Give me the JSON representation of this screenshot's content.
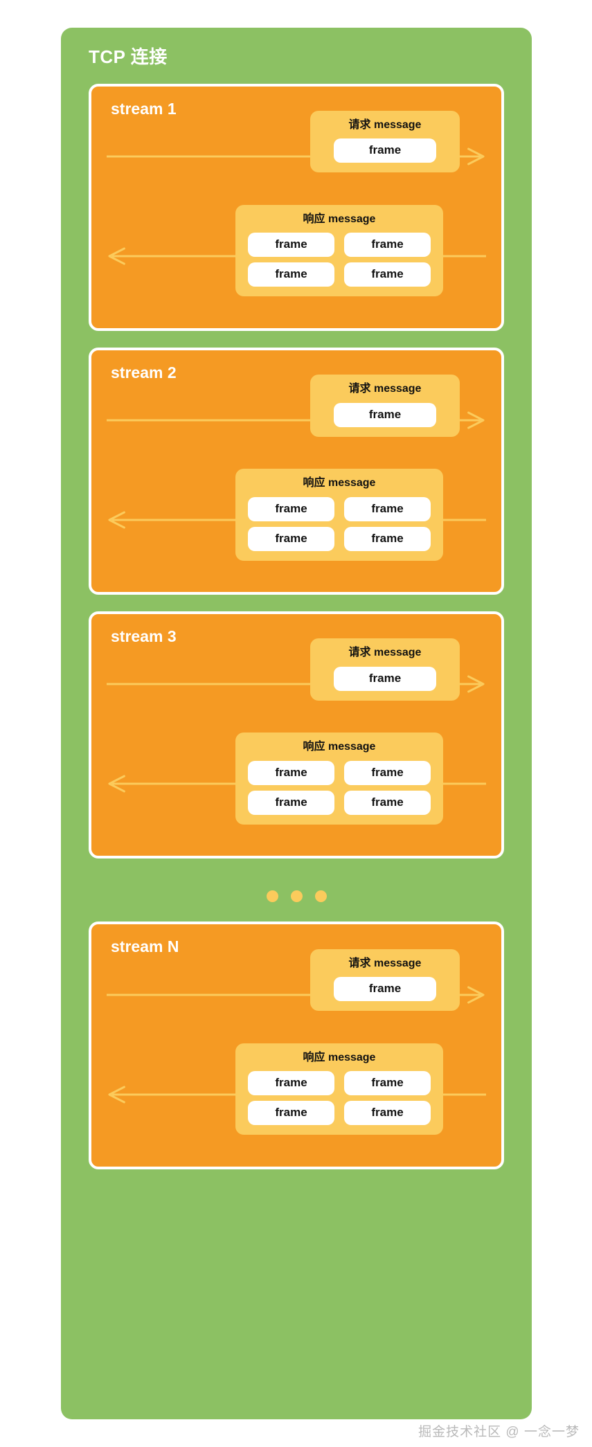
{
  "diagram": {
    "title": "TCP 连接",
    "colors": {
      "connection_bg": "#8cc163",
      "stream_bg": "#f59a23",
      "stream_border": "#ffffff",
      "message_bg": "#fbcb5c",
      "frame_bg": "#ffffff",
      "arrow": "#fbcb5c",
      "dot": "#fbcb5c",
      "title_text": "#ffffff",
      "label_text": "#111111",
      "watermark_text": "#b9b9b9"
    },
    "request_label": "请求 message",
    "response_label": "响应 message",
    "frame_label": "frame",
    "streams": [
      {
        "name": "stream 1",
        "request": {
          "label": "请求 message",
          "direction": "right",
          "frames": [
            "frame"
          ]
        },
        "response": {
          "label": "响应 message",
          "direction": "left",
          "frames": [
            "frame",
            "frame",
            "frame",
            "frame"
          ]
        }
      },
      {
        "name": "stream 2",
        "request": {
          "label": "请求 message",
          "direction": "right",
          "frames": [
            "frame"
          ]
        },
        "response": {
          "label": "响应 message",
          "direction": "left",
          "frames": [
            "frame",
            "frame",
            "frame",
            "frame"
          ]
        }
      },
      {
        "name": "stream 3",
        "request": {
          "label": "请求 message",
          "direction": "right",
          "frames": [
            "frame"
          ]
        },
        "response": {
          "label": "响应 message",
          "direction": "left",
          "frames": [
            "frame",
            "frame",
            "frame",
            "frame"
          ]
        }
      },
      {
        "name": "stream N",
        "request": {
          "label": "请求 message",
          "direction": "right",
          "frames": [
            "frame"
          ]
        },
        "response": {
          "label": "响应 message",
          "direction": "left",
          "frames": [
            "frame",
            "frame",
            "frame",
            "frame"
          ]
        }
      }
    ],
    "ellipsis_dots": 3,
    "ellipsis_after_stream_index": 2,
    "watermark": "掘金技术社区 @ 一念一梦"
  }
}
